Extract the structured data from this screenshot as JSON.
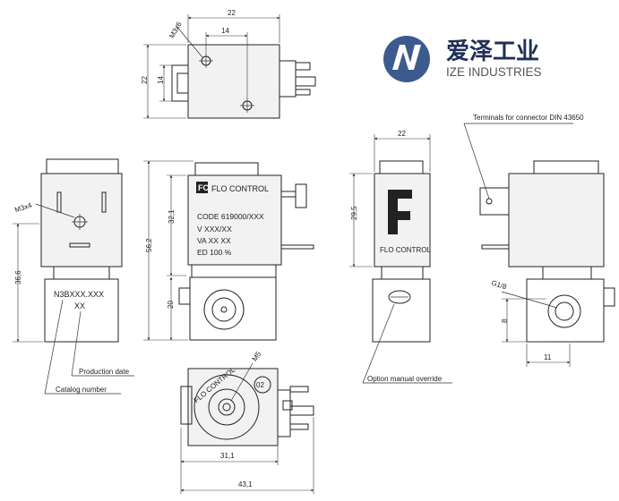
{
  "brand": {
    "cn_name": "爱泽工业",
    "en_name": "IZE INDUSTRIES",
    "logo_color": "#3d5a8f",
    "cn_color": "#1f2f55"
  },
  "top_view": {
    "thread": "M3x6",
    "width": "22",
    "inner_width": "14",
    "height": "22",
    "inner_height": "14"
  },
  "left_view": {
    "thread": "M3x4",
    "height": "36,6",
    "part_number": "N3BXXX.XXX",
    "suffix": "XX",
    "production_date": "Production date",
    "catalog_number": "Catalog number"
  },
  "front_view": {
    "brand_label": "FLO CONTROL",
    "code": "CODE 619000/XXX",
    "voltage": "V  XXX/XX",
    "power": "VA  XX  XX",
    "duty": "ED  100 %",
    "total_height": "56,2",
    "coil_height": "32,1",
    "body_height": "20"
  },
  "side_view": {
    "width": "22",
    "height": "29,5",
    "brand_label": "FLO CONTROL",
    "option": "Option manual override"
  },
  "right_view": {
    "terminals": "Terminals for connector DIN 43650",
    "port": "G1/8",
    "port_height": "8",
    "port_width": "11"
  },
  "bottom_view": {
    "thread": "M5",
    "width1": "31,1",
    "width2": "43,1",
    "ring_text": "FLO CONTROL",
    "disc_label": "02"
  }
}
